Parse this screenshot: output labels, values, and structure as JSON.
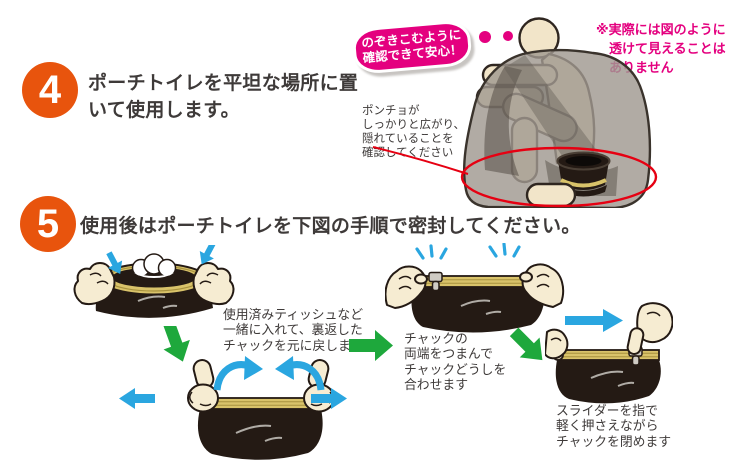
{
  "colors": {
    "accent_orange": "#e8540d",
    "magenta": "#e4007f",
    "highlight_red": "#e60012",
    "arrow_blue": "#2aa6e0",
    "arrow_green": "#1ea83c",
    "bag_black": "#241a14",
    "zipper_yellow": "#d9c36a",
    "skin": "#f6ecd2",
    "poncho_gray": "#a09890",
    "text_gray": "#3e3a39"
  },
  "step4": {
    "number": "4",
    "text": "ポーチトイレを平坦な場所に置\nいて使用します。"
  },
  "step5": {
    "number": "5",
    "text": "使用後はポーチトイレを下図の手順で密封してください。"
  },
  "callout": {
    "bubble_text": "のぞきこむように\n確認できて安心！"
  },
  "disclaimer": {
    "text": "※実際には図のように\n　透けて見えることは\n　ありません"
  },
  "poncho_note": {
    "text": "ポンチョが\nしっかりと広がり、\n隠れていることを\n確認してください"
  },
  "seal_steps": [
    {
      "caption": "使用済みティッシュなど\n一緒に入れて、裏返した\nチャックを元に戻します"
    },
    {
      "caption": "チャックの\n両端をつまんで\nチャックどうしを\n合わせます"
    },
    {
      "caption": "スライダーを指で\n軽く押さえながら\nチャックを閉めます"
    }
  ],
  "icons": {
    "flow_arrow": "green-flow-arrow",
    "push_arrow": "blue-push-arrow",
    "flip_arrow": "blue-curved-flip-arrow",
    "sparkle": "blue-sparkle-lines",
    "highlight": "red-highlight-ellipse"
  }
}
